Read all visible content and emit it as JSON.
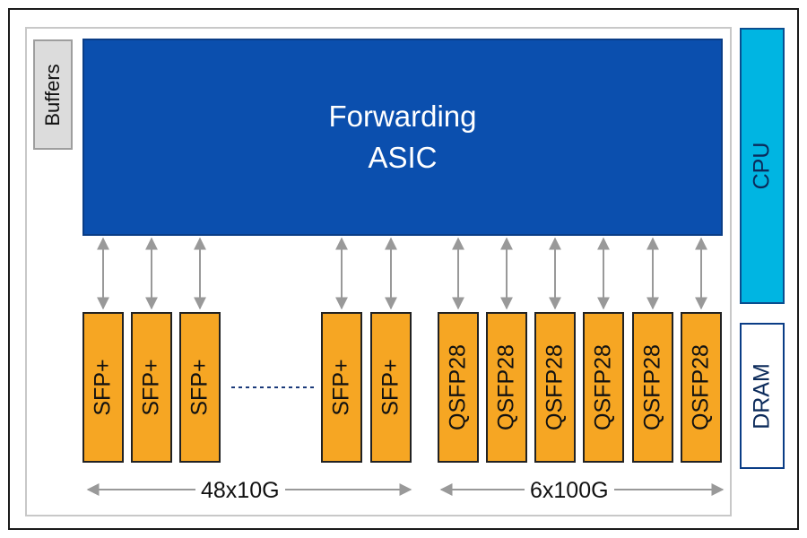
{
  "asic": {
    "line1": "Forwarding",
    "line2": "ASIC"
  },
  "buffers": {
    "label": "Buffers"
  },
  "cpu": {
    "label": "CPU"
  },
  "dram": {
    "label": "DRAM"
  },
  "ports": {
    "sfp": [
      "SFP+",
      "SFP+",
      "SFP+",
      "SFP+",
      "SFP+"
    ],
    "qsfp": [
      "QSFP28",
      "QSFP28",
      "QSFP28",
      "QSFP28",
      "QSFP28",
      "QSFP28"
    ]
  },
  "bandwidth": {
    "sfp_group": "48x10G",
    "qsfp_group": "6x100G"
  },
  "colors": {
    "asic": "#0b4fae",
    "cpu": "#00b5e2",
    "port": "#f6a623",
    "buffers": "#dcdcdc",
    "arrow": "#999999"
  }
}
